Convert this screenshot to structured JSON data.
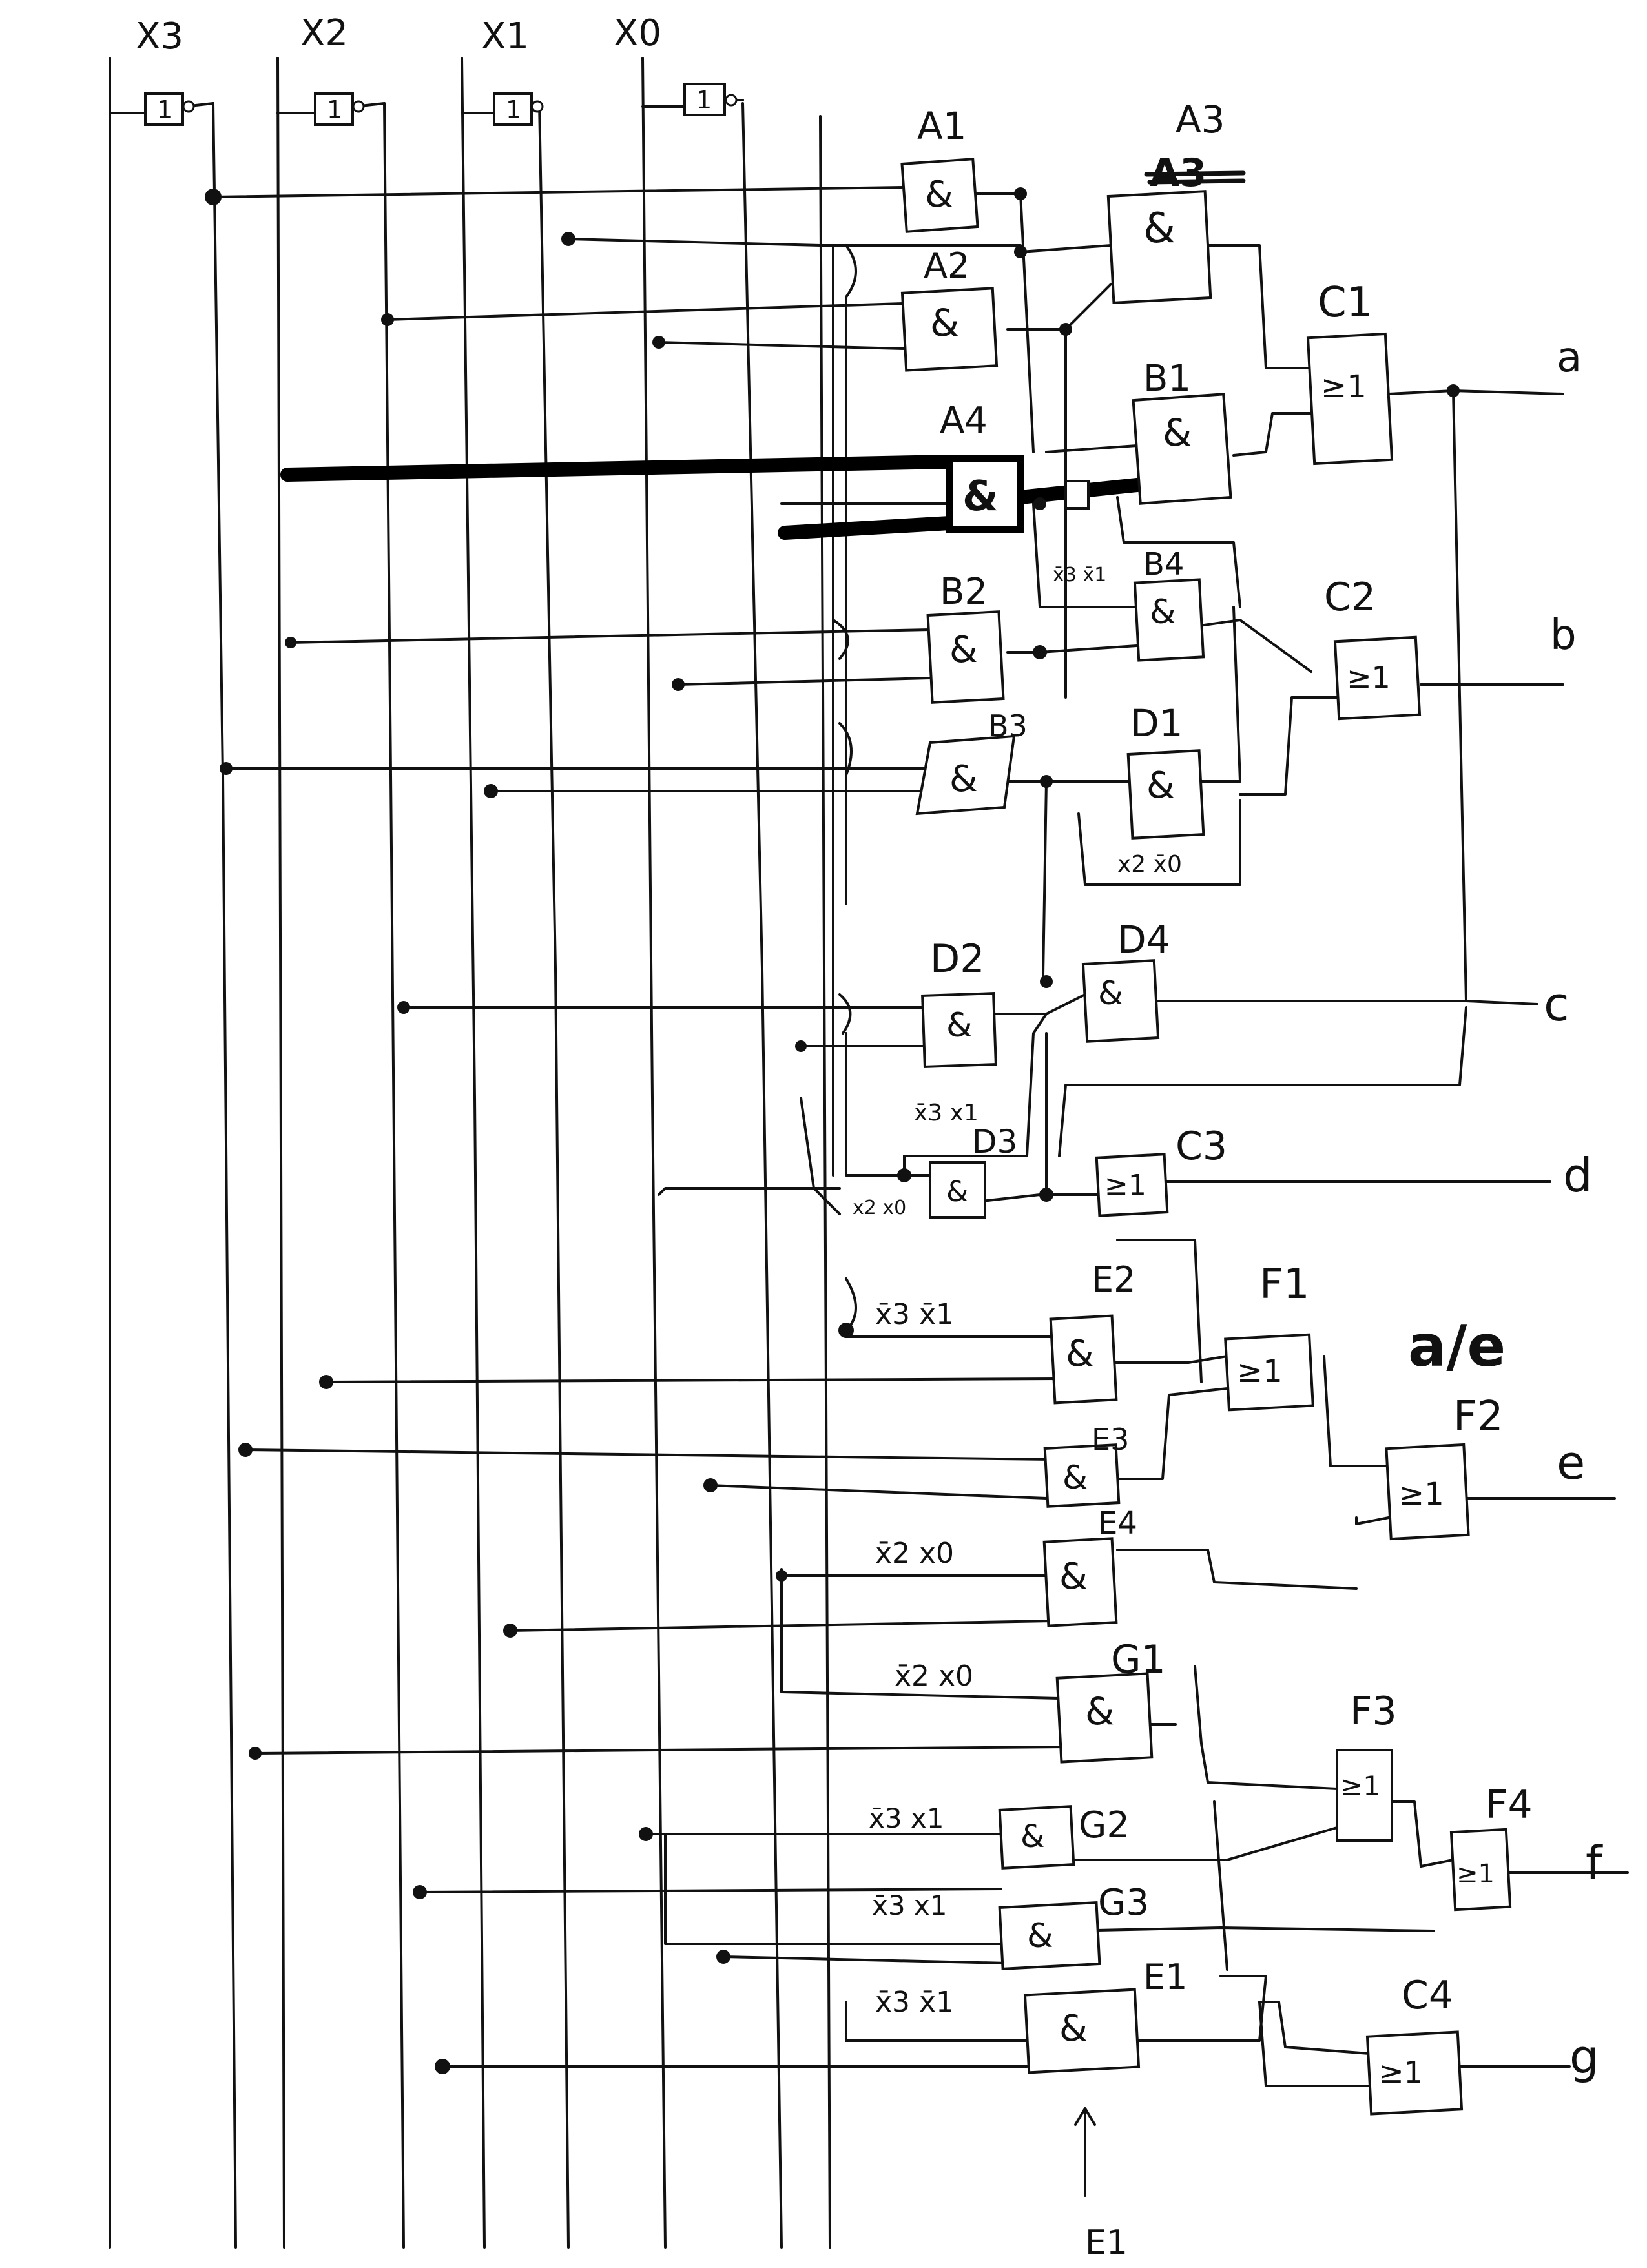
{
  "inputs": [
    {
      "id": "x3",
      "label": "X3"
    },
    {
      "id": "x2",
      "label": "X2"
    },
    {
      "id": "x1",
      "label": "X1"
    },
    {
      "id": "x0",
      "label": "X0"
    }
  ],
  "inverter_symbol": "1",
  "and_symbol": "&",
  "or_symbol": "≥1",
  "gates": {
    "A1": "A1",
    "A2": "A2",
    "A3": "A3",
    "A3_struck": "A3",
    "A4": "A4",
    "B1": "B1",
    "B2": "B2",
    "B3": "B3",
    "B4": "B4",
    "C1": "C1",
    "C2": "C2",
    "C3": "C3",
    "C4": "C4",
    "D1": "D1",
    "D2": "D2",
    "D3": "D3",
    "D4": "D4",
    "E1": "E1",
    "E2": "E2",
    "E3": "E3",
    "E4": "E4",
    "F1": "F1",
    "F2": "F2",
    "F3": "F3",
    "F4": "F4",
    "G1": "G1",
    "G2": "G2",
    "G3": "G3"
  },
  "notes": {
    "b4_inputs": "x̄3 x̄1",
    "d1_inputs": "x2 x̄0",
    "d3_top": "x̄3 x1",
    "d3_left": "x2 x0",
    "e2_inputs": "x̄3 x̄1",
    "e4_inputs": "x̄2 x0",
    "g1_inputs": "x̄2 x0",
    "g2_inputs": "x̄3 x1",
    "g3_inputs": "x̄3 x1",
    "e1_inputs": "x̄3 x̄1",
    "e1_arrow": "E1",
    "shared": "a/e"
  },
  "outputs": [
    "a",
    "b",
    "c",
    "d",
    "e",
    "f",
    "g"
  ]
}
